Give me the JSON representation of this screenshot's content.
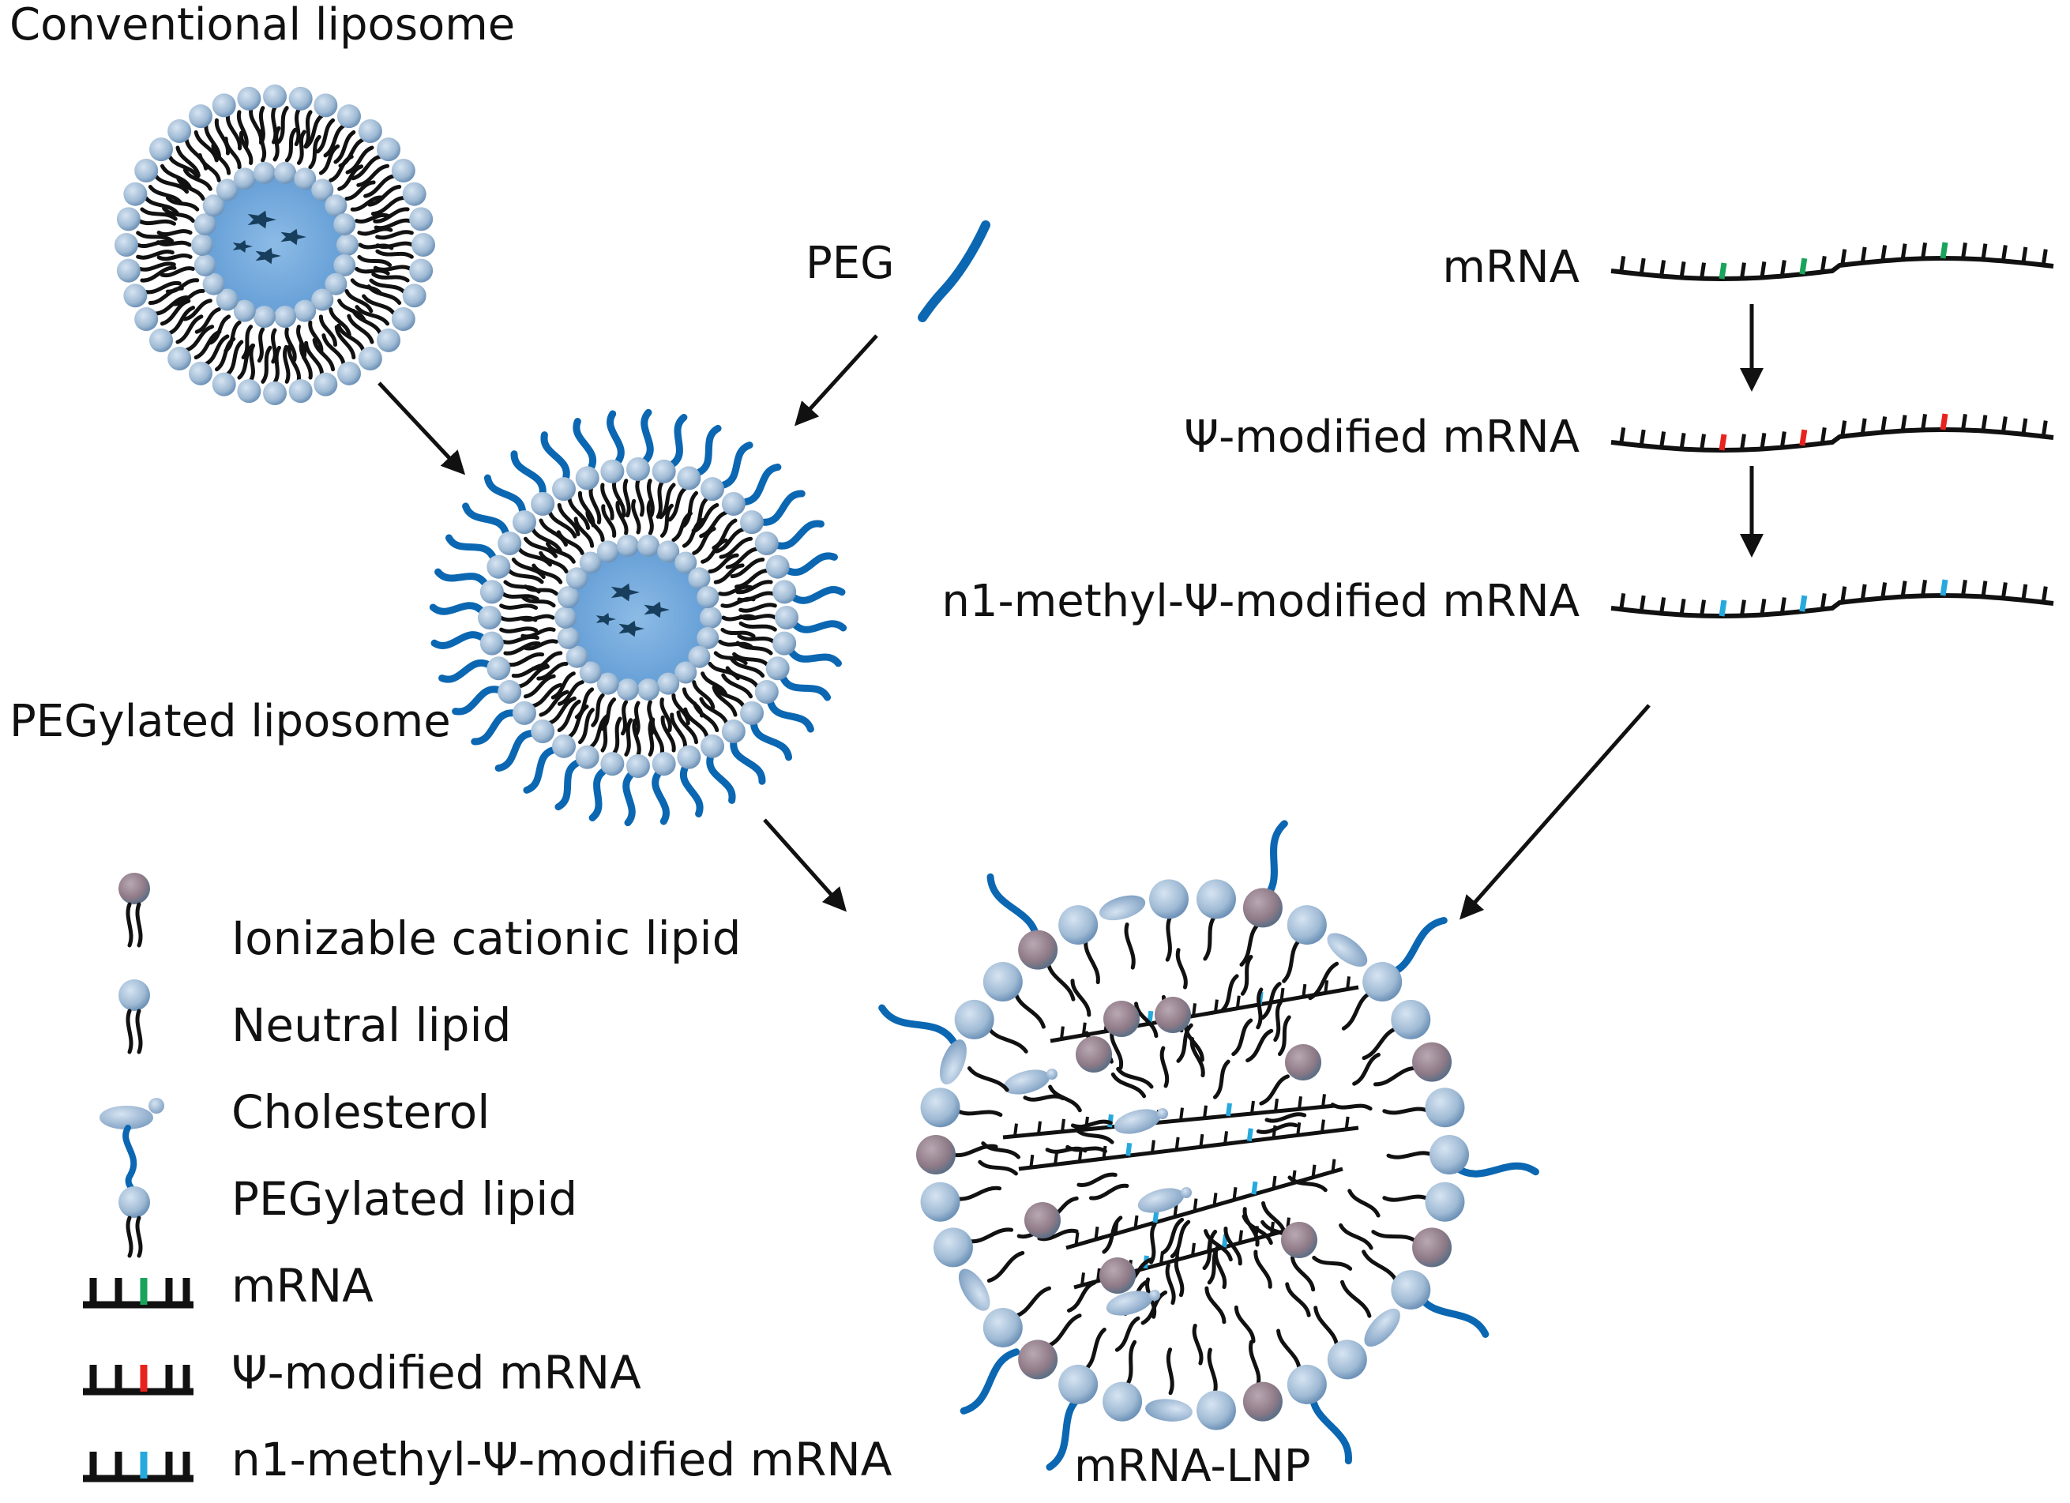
{
  "labels": {
    "conventional_liposome": "Conventional liposome",
    "peg": "PEG",
    "pegylated_liposome": "PEGylated liposome",
    "mrna": "mRNA",
    "psi_mrna": "Ψ-modified mRNA",
    "n1_mrna": "n1-methyl-Ψ-modified mRNA",
    "mrna_lnp": "mRNA-LNP"
  },
  "legend": {
    "items": [
      {
        "icon": "ionizable-cationic-lipid-icon",
        "label": "Ionizable cationic lipid"
      },
      {
        "icon": "neutral-lipid-icon",
        "label": "Neutral lipid"
      },
      {
        "icon": "cholesterol-icon",
        "label": "Cholesterol"
      },
      {
        "icon": "pegylated-lipid-icon",
        "label": "PEGylated lipid"
      },
      {
        "icon": "mrna-icon",
        "label": "mRNA"
      },
      {
        "icon": "psi-modified-mrna-icon",
        "label": "Ψ-modified mRNA"
      },
      {
        "icon": "n1-methyl-psi-modified-mrna-icon",
        "label": "n1-methyl-Ψ-modified mRNA"
      }
    ]
  },
  "colors": {
    "lipid_head": "#9fbad4",
    "lipid_head_dark": "#6f93b8",
    "cationic_head": "#8e7a86",
    "core": "#6ea6dc",
    "peg": "#0b67b2",
    "tail": "#111111",
    "mrna_mark": "#1aa35a",
    "psi_mark": "#e8231d",
    "n1_mark": "#26a9dd",
    "drug": "#173e5c"
  }
}
